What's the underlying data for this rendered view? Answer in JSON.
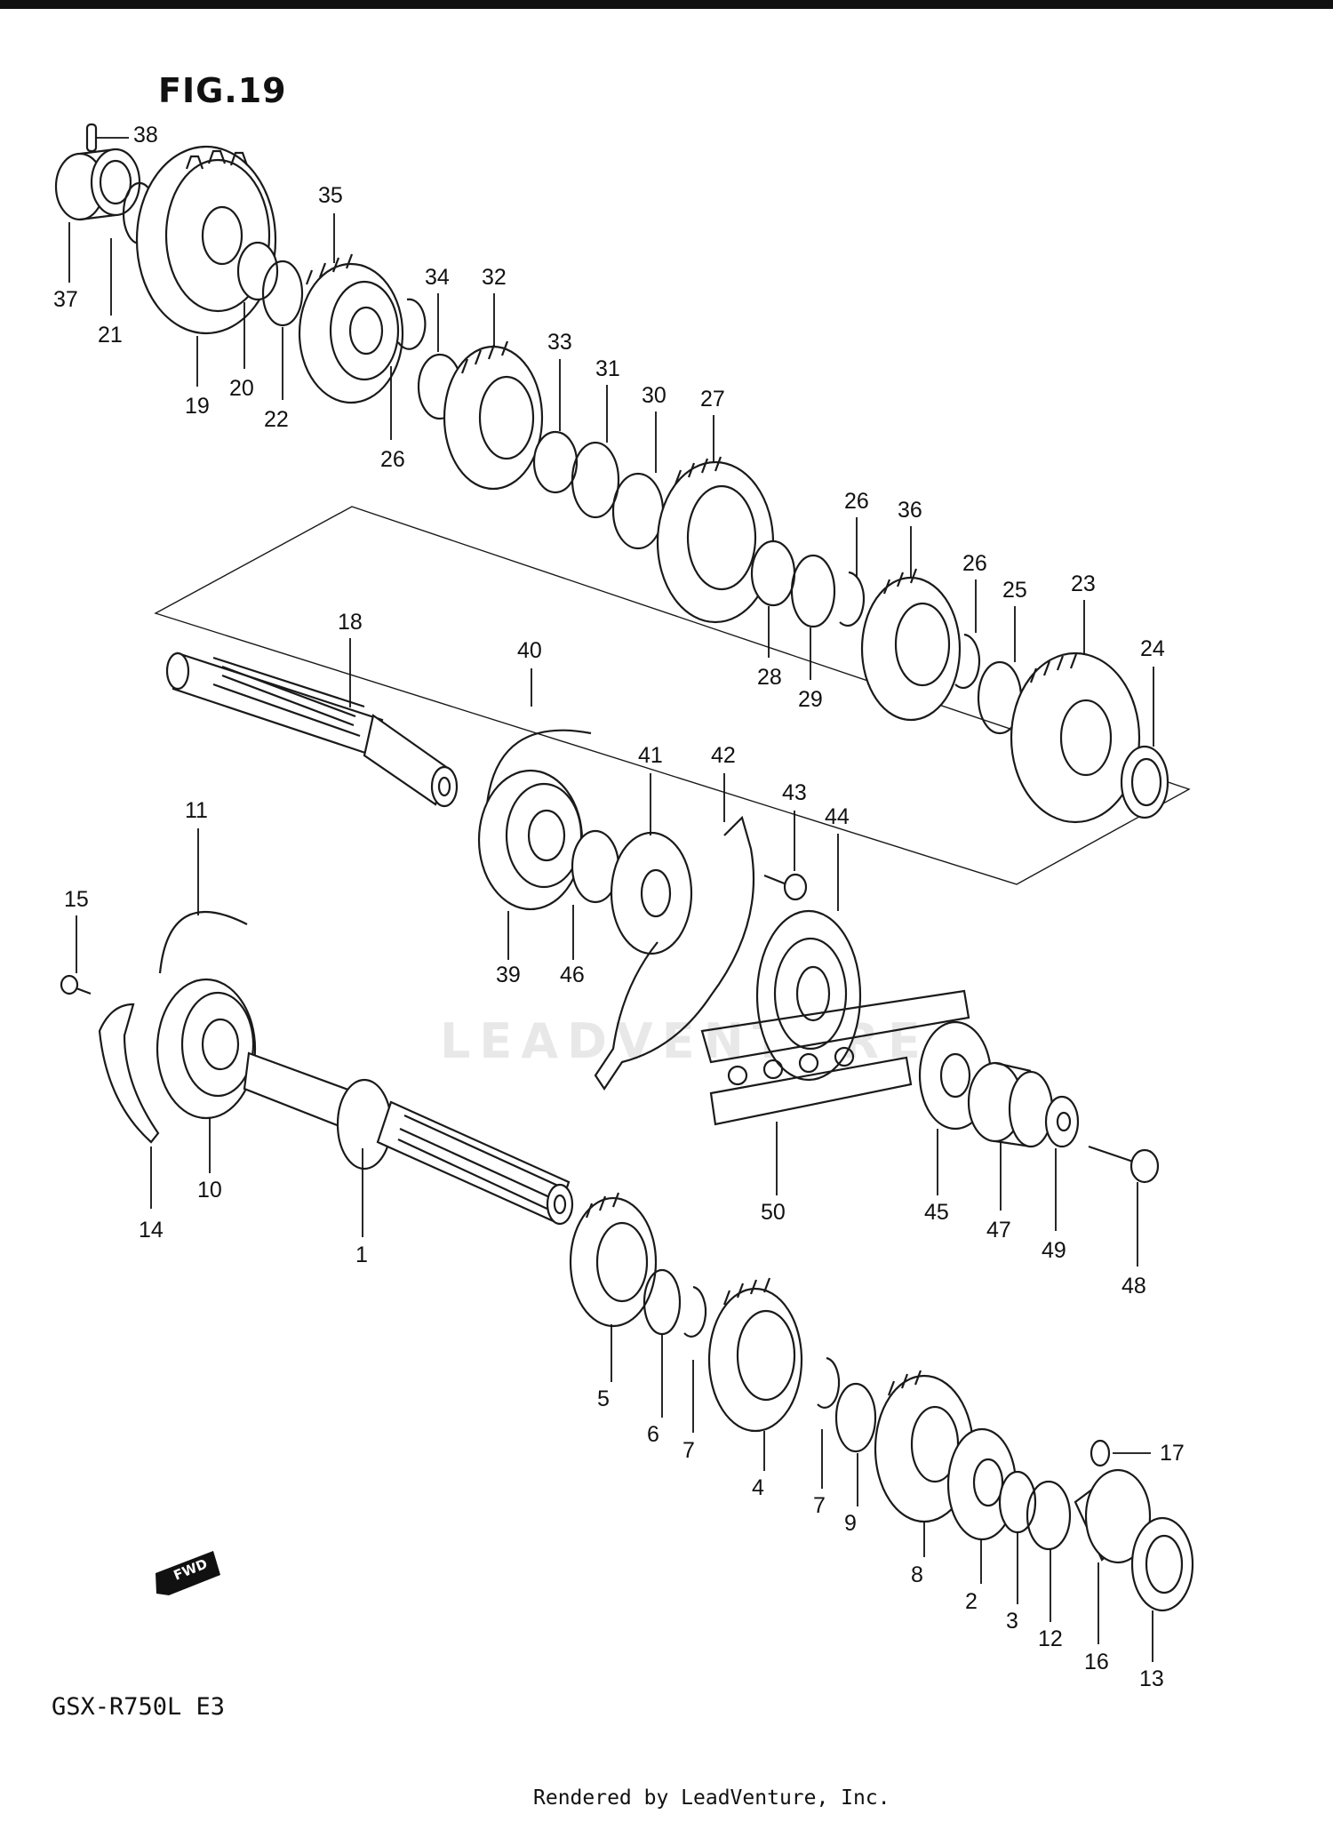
{
  "figure": {
    "title": "FIG.19"
  },
  "model_code": "GSX-R750L  E3",
  "watermark": "LEADVENTURE",
  "fwd_badge": "FWD",
  "footer": "Rendered by LeadVenture, Inc.",
  "callouts": [
    {
      "num": "38"
    },
    {
      "num": "37"
    },
    {
      "num": "21"
    },
    {
      "num": "19"
    },
    {
      "num": "20"
    },
    {
      "num": "22"
    },
    {
      "num": "35"
    },
    {
      "num": "26"
    },
    {
      "num": "34"
    },
    {
      "num": "32"
    },
    {
      "num": "33"
    },
    {
      "num": "31"
    },
    {
      "num": "30"
    },
    {
      "num": "27"
    },
    {
      "num": "28"
    },
    {
      "num": "29"
    },
    {
      "num": "26"
    },
    {
      "num": "36"
    },
    {
      "num": "26"
    },
    {
      "num": "25"
    },
    {
      "num": "23"
    },
    {
      "num": "24"
    },
    {
      "num": "18"
    },
    {
      "num": "40"
    },
    {
      "num": "41"
    },
    {
      "num": "42"
    },
    {
      "num": "43"
    },
    {
      "num": "44"
    },
    {
      "num": "39"
    },
    {
      "num": "46"
    },
    {
      "num": "11"
    },
    {
      "num": "15"
    },
    {
      "num": "10"
    },
    {
      "num": "14"
    },
    {
      "num": "1"
    },
    {
      "num": "50"
    },
    {
      "num": "45"
    },
    {
      "num": "47"
    },
    {
      "num": "49"
    },
    {
      "num": "48"
    },
    {
      "num": "5"
    },
    {
      "num": "6"
    },
    {
      "num": "7"
    },
    {
      "num": "4"
    },
    {
      "num": "7"
    },
    {
      "num": "9"
    },
    {
      "num": "8"
    },
    {
      "num": "17"
    },
    {
      "num": "2"
    },
    {
      "num": "3"
    },
    {
      "num": "12"
    },
    {
      "num": "16"
    },
    {
      "num": "13"
    }
  ]
}
